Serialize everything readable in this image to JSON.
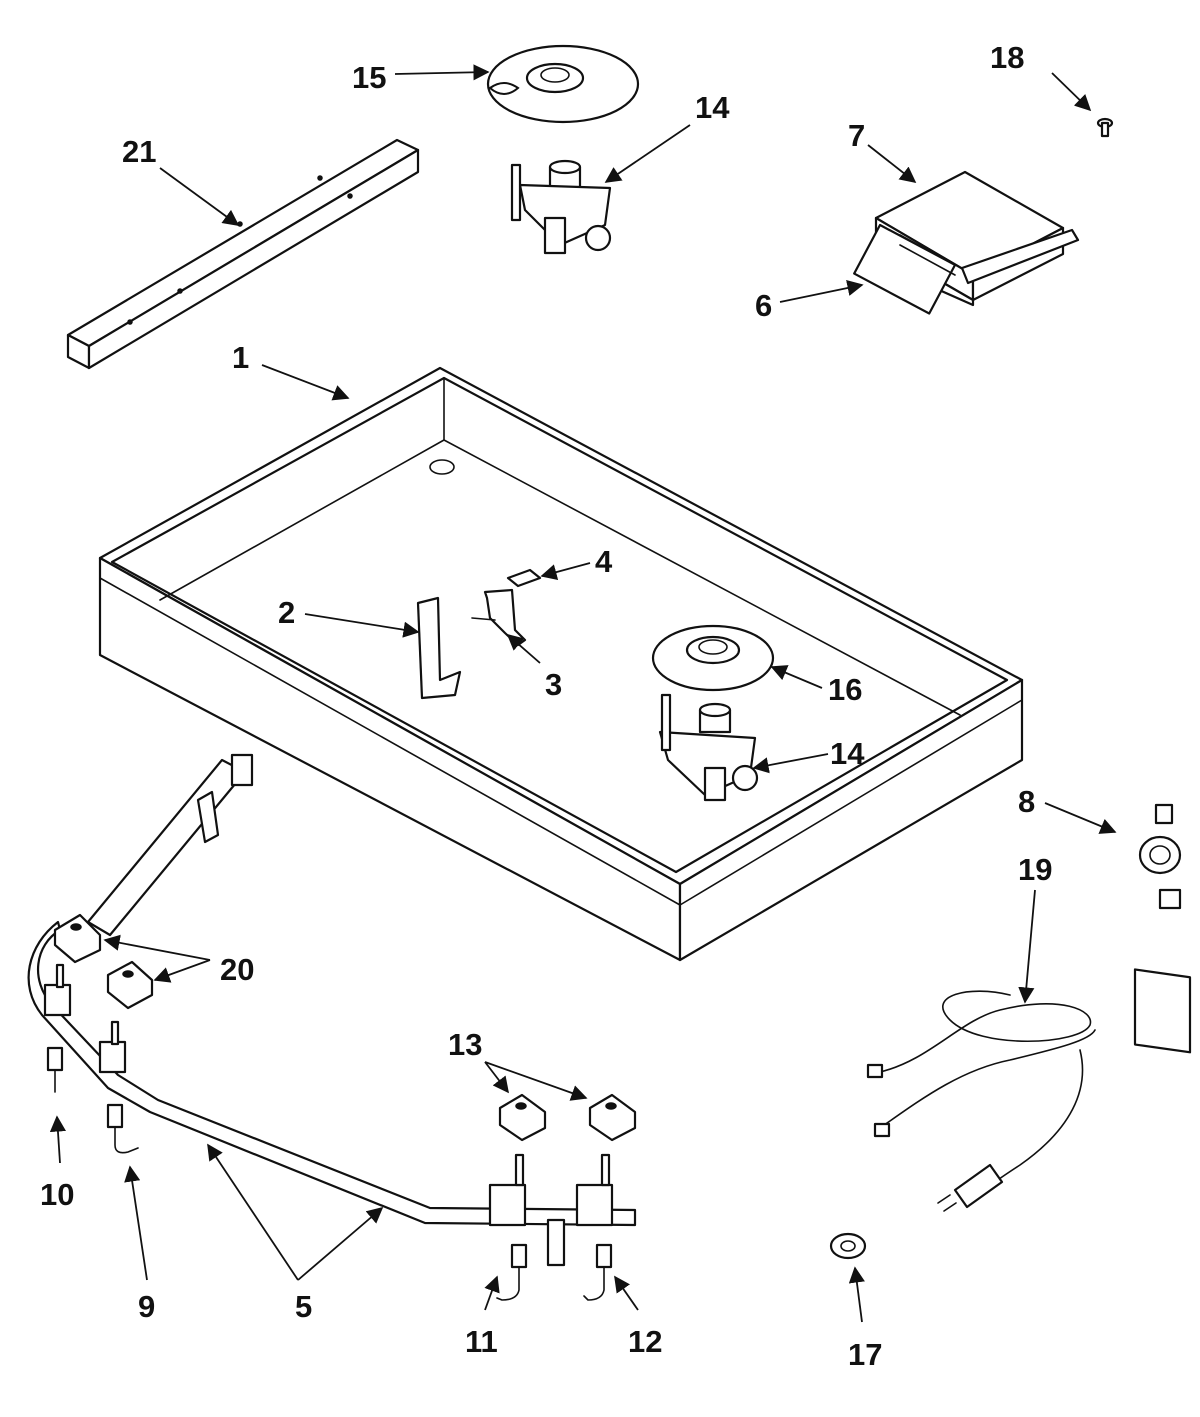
{
  "callouts": {
    "c1": "1",
    "c2": "2",
    "c3": "3",
    "c4": "4",
    "c5": "5",
    "c6": "6",
    "c7": "7",
    "c8": "8",
    "c9": "9",
    "c10": "10",
    "c11": "11",
    "c12": "12",
    "c13": "13",
    "c14a": "14",
    "c14b": "14",
    "c15": "15",
    "c16": "16",
    "c17": "17",
    "c18": "18",
    "c19": "19",
    "c20": "20",
    "c21": "21"
  },
  "colors": {
    "ink": "#111111",
    "background": "#ffffff"
  }
}
